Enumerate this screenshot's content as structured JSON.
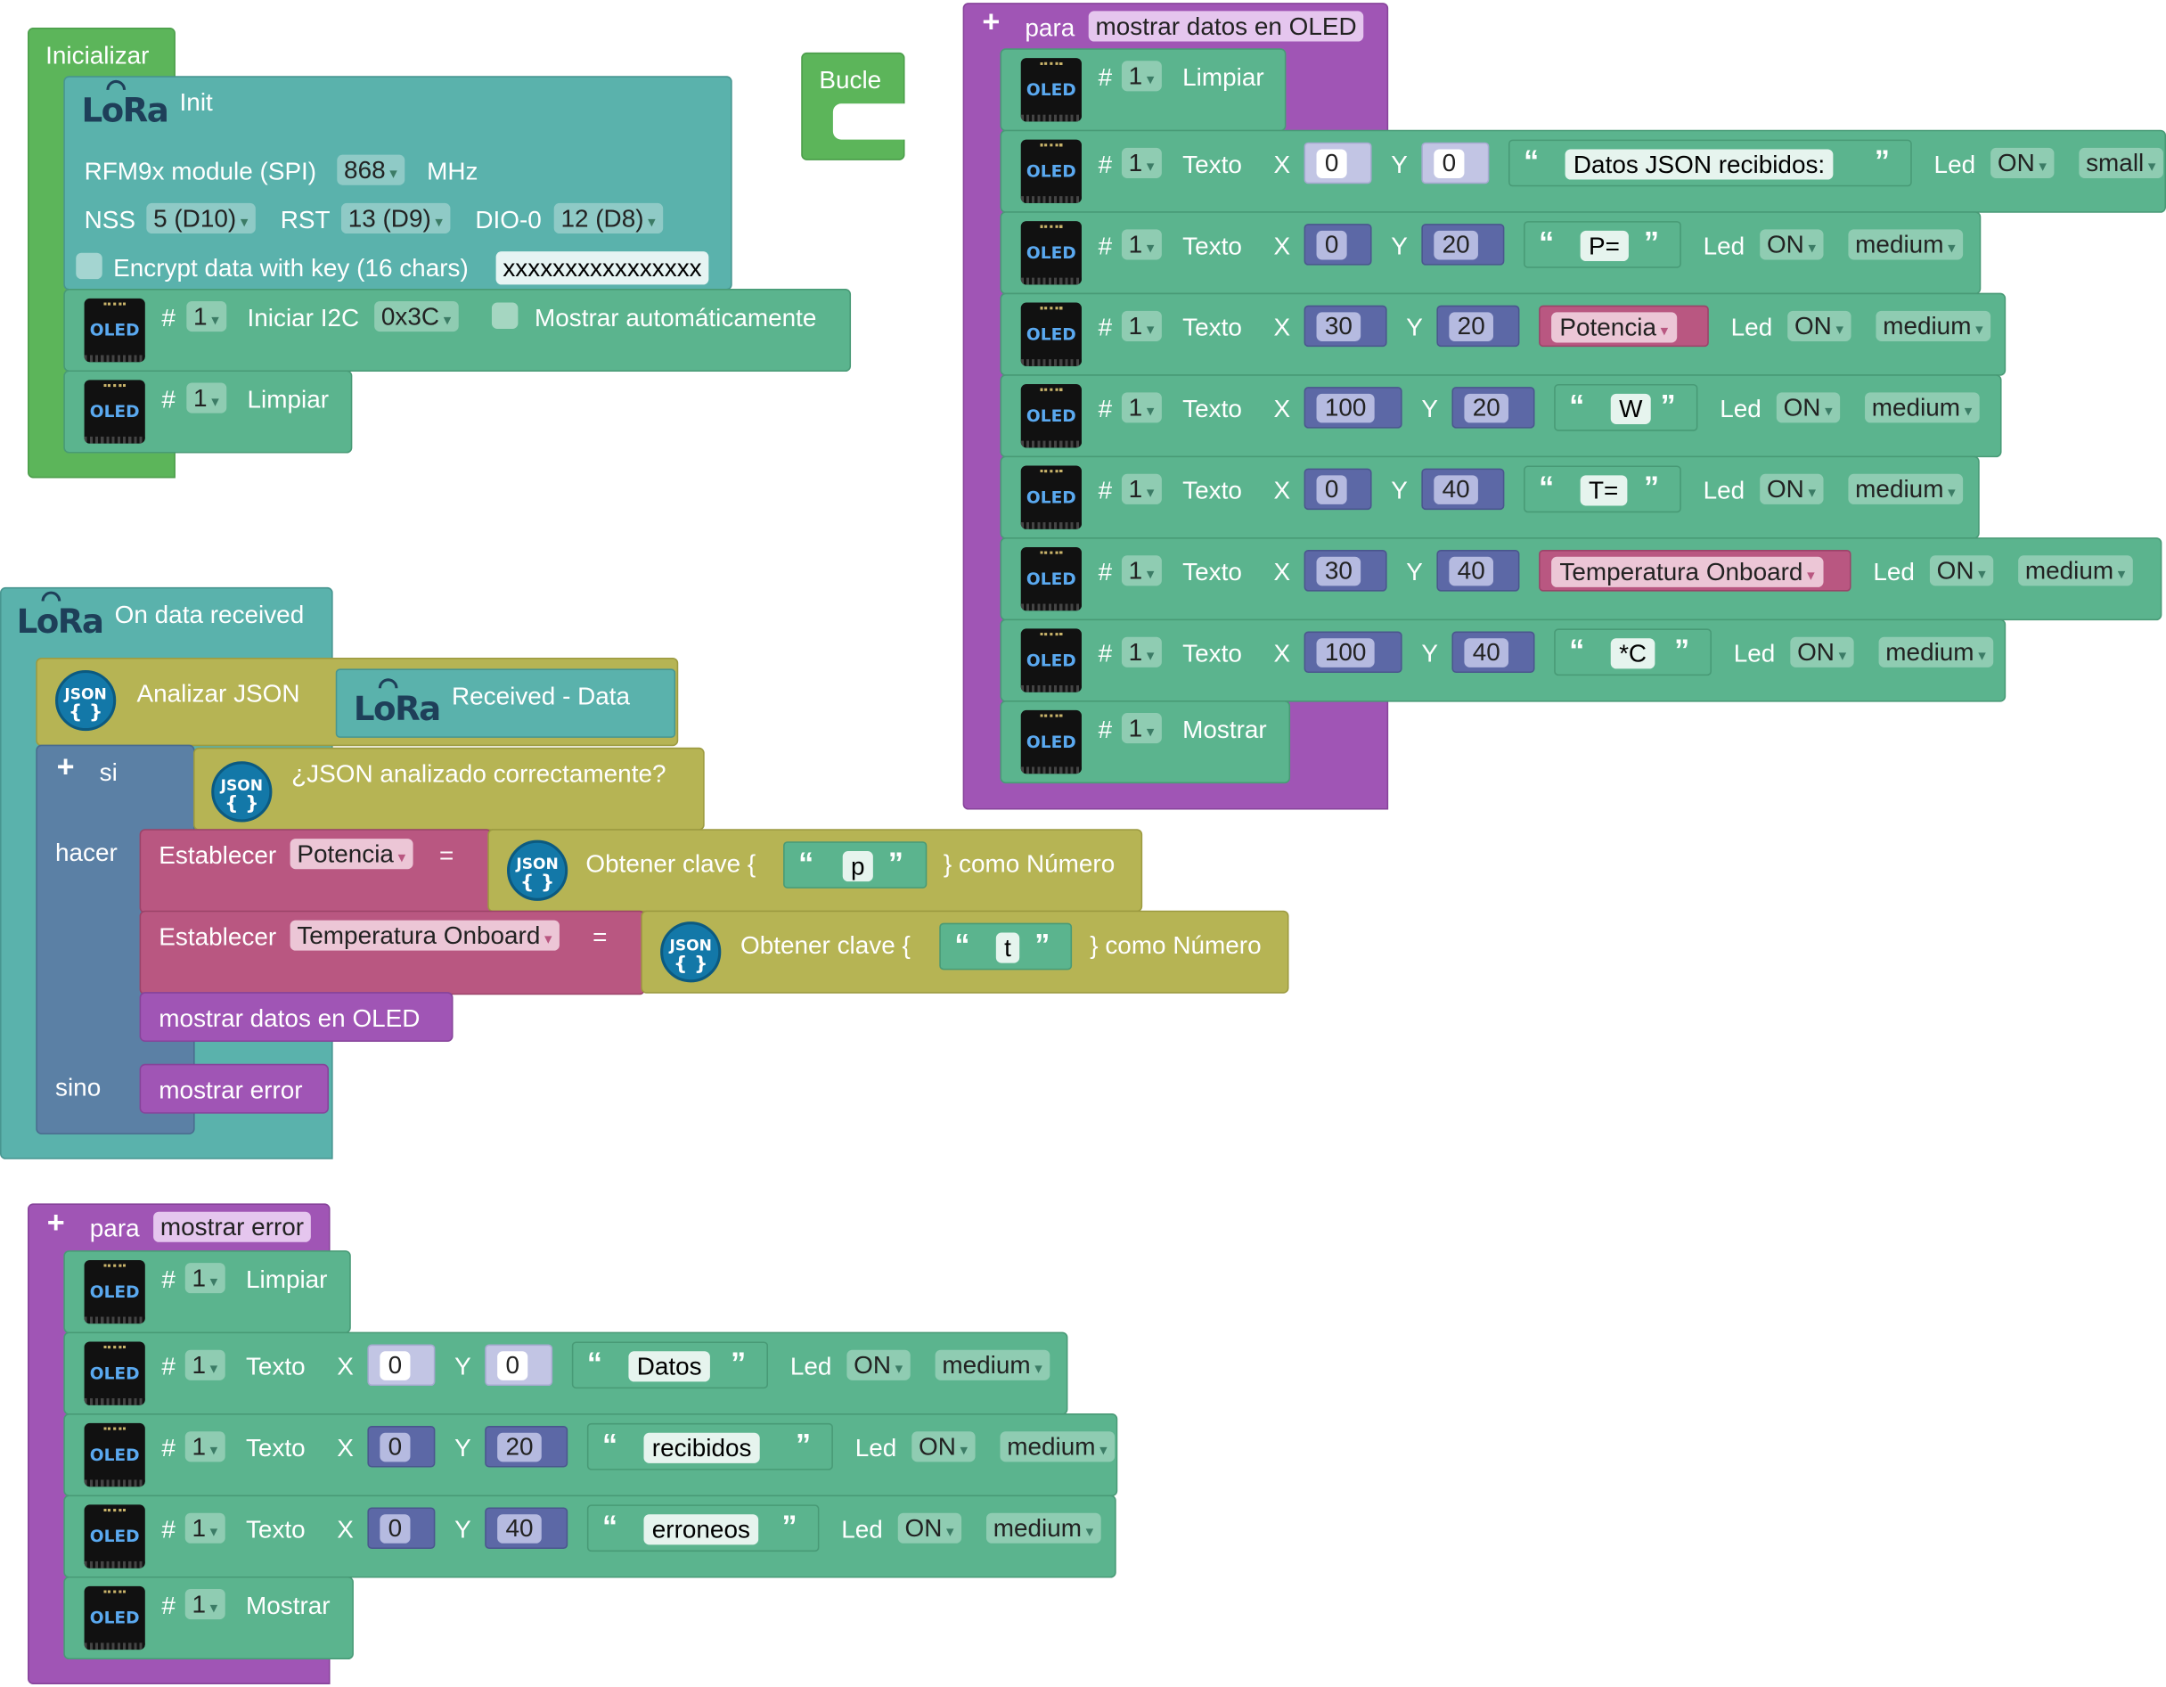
{
  "blocks": {
    "init": {
      "hat": "Inicializar",
      "lora_init": "Init",
      "module_label": "RFM9x module (SPI)",
      "freq": "868",
      "mhz": "MHz",
      "nss_label": "NSS",
      "nss": "5 (D10)",
      "rst_label": "RST",
      "rst": "13 (D9)",
      "dio_label": "DIO-0",
      "dio": "12 (D8)",
      "encrypt_label": "Encrypt data with key (16 chars)",
      "key": "xxxxxxxxxxxxxxxx",
      "oled_init": {
        "hash": "#",
        "num": "1",
        "label": "Iniciar I2C",
        "addr": "0x3C",
        "auto_label": "Mostrar automáticamente"
      },
      "oled_clear": {
        "hash": "#",
        "num": "1",
        "label": "Limpiar"
      }
    },
    "loop": {
      "label": "Bucle"
    },
    "on_data": {
      "label": "On data received",
      "parse_label": "Analizar JSON",
      "received": "Received - Data",
      "if_label": "si",
      "check_label": "¿JSON analizado correctamente?",
      "do_label": "hacer",
      "set_label": "Establecer",
      "var1": "Potencia",
      "eq": "=",
      "get_label": "Obtener clave {",
      "key1": "p",
      "as_number": "} como Número",
      "var2": "Temperatura Onboard",
      "key2": "t",
      "call_show": "mostrar datos en OLED",
      "else_label": "sino",
      "call_error": "mostrar error"
    },
    "proc_show": {
      "para": "para",
      "name": "mostrar datos en OLED",
      "rows": [
        {
          "type": "clear",
          "num": "1",
          "label": "Limpiar"
        },
        {
          "type": "text",
          "num": "1",
          "label": "Texto",
          "x": "0",
          "y": "0",
          "value": "Datos JSON recibidos:",
          "kind": "str",
          "led": "ON",
          "size": "small"
        },
        {
          "type": "text",
          "num": "1",
          "label": "Texto",
          "x": "0",
          "y": "20",
          "value": "P=",
          "kind": "str",
          "led": "ON",
          "size": "medium"
        },
        {
          "type": "text",
          "num": "1",
          "label": "Texto",
          "x": "30",
          "y": "20",
          "value": "Potencia",
          "kind": "var",
          "led": "ON",
          "size": "medium"
        },
        {
          "type": "text",
          "num": "1",
          "label": "Texto",
          "x": "100",
          "y": "20",
          "value": "W",
          "kind": "str",
          "led": "ON",
          "size": "medium"
        },
        {
          "type": "text",
          "num": "1",
          "label": "Texto",
          "x": "0",
          "y": "40",
          "value": "T=",
          "kind": "str",
          "led": "ON",
          "size": "medium"
        },
        {
          "type": "text",
          "num": "1",
          "label": "Texto",
          "x": "30",
          "y": "40",
          "value": "Temperatura Onboard",
          "kind": "var",
          "led": "ON",
          "size": "medium"
        },
        {
          "type": "text",
          "num": "1",
          "label": "Texto",
          "x": "100",
          "y": "40",
          "value": "*C",
          "kind": "str",
          "led": "ON",
          "size": "medium"
        },
        {
          "type": "show",
          "num": "1",
          "label": "Mostrar"
        }
      ]
    },
    "proc_error": {
      "para": "para",
      "name": "mostrar error",
      "rows": [
        {
          "type": "clear",
          "num": "1",
          "label": "Limpiar"
        },
        {
          "type": "text",
          "num": "1",
          "label": "Texto",
          "x": "0",
          "y": "0",
          "value": "Datos",
          "kind": "str",
          "led": "ON",
          "size": "medium"
        },
        {
          "type": "text",
          "num": "1",
          "label": "Texto",
          "x": "0",
          "y": "20",
          "value": "recibidos",
          "kind": "str",
          "led": "ON",
          "size": "medium"
        },
        {
          "type": "text",
          "num": "1",
          "label": "Texto",
          "x": "0",
          "y": "40",
          "value": "erroneos",
          "kind": "str",
          "led": "ON",
          "size": "medium"
        },
        {
          "type": "show",
          "num": "1",
          "label": "Mostrar"
        }
      ]
    }
  },
  "labels": {
    "hash": "#",
    "x": "X",
    "y": "Y",
    "led": "Led",
    "open_quote": "“",
    "close_quote": "”",
    "oled": "OLED",
    "lora": "LoRa",
    "json": "JSON",
    "braces": "{ }",
    "dropdown": "▾",
    "plus": "+"
  },
  "colors": {
    "init": "#5cb55a",
    "lora": "#5ab2ac",
    "oled": "#5bb48e",
    "json": "#b6b454",
    "procedure": "#a055b5",
    "logic": "#5b80a5",
    "variable": "#b95781",
    "math": "#5c68a6"
  }
}
